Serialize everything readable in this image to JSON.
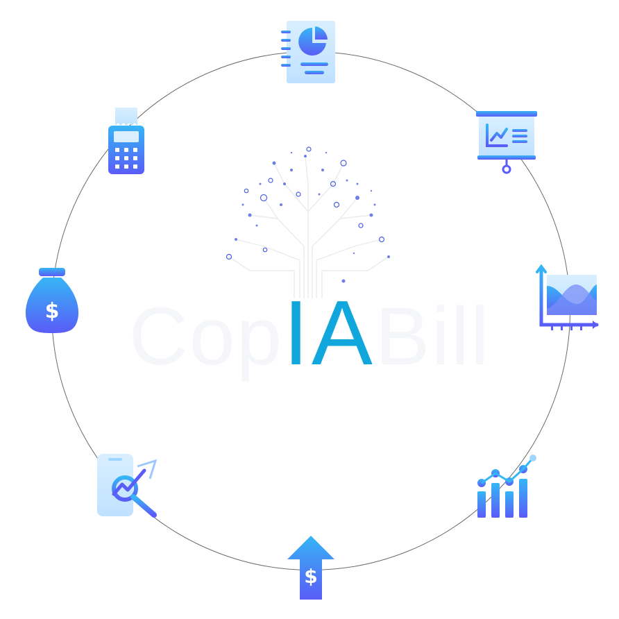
{
  "brand": {
    "prefix": "Cop",
    "highlight": "IA",
    "suffix": "Bill"
  },
  "colors": {
    "accent": "#12a7dc",
    "icon_gradient_top": "#36b5f6",
    "icon_gradient_bottom": "#5a5cf7",
    "icon_light_top": "#d9efff",
    "icon_light_bottom": "#bfe1ff",
    "ring": "#6b6b6b",
    "circuit_dots": "#4b5fe0"
  },
  "icons": [
    {
      "name": "report-pie-chart-icon"
    },
    {
      "name": "presentation-board-icon"
    },
    {
      "name": "area-chart-icon"
    },
    {
      "name": "bar-chart-growth-icon"
    },
    {
      "name": "dollar-up-arrow-icon"
    },
    {
      "name": "mobile-analytics-search-icon"
    },
    {
      "name": "money-bag-icon"
    },
    {
      "name": "payment-terminal-icon"
    }
  ]
}
